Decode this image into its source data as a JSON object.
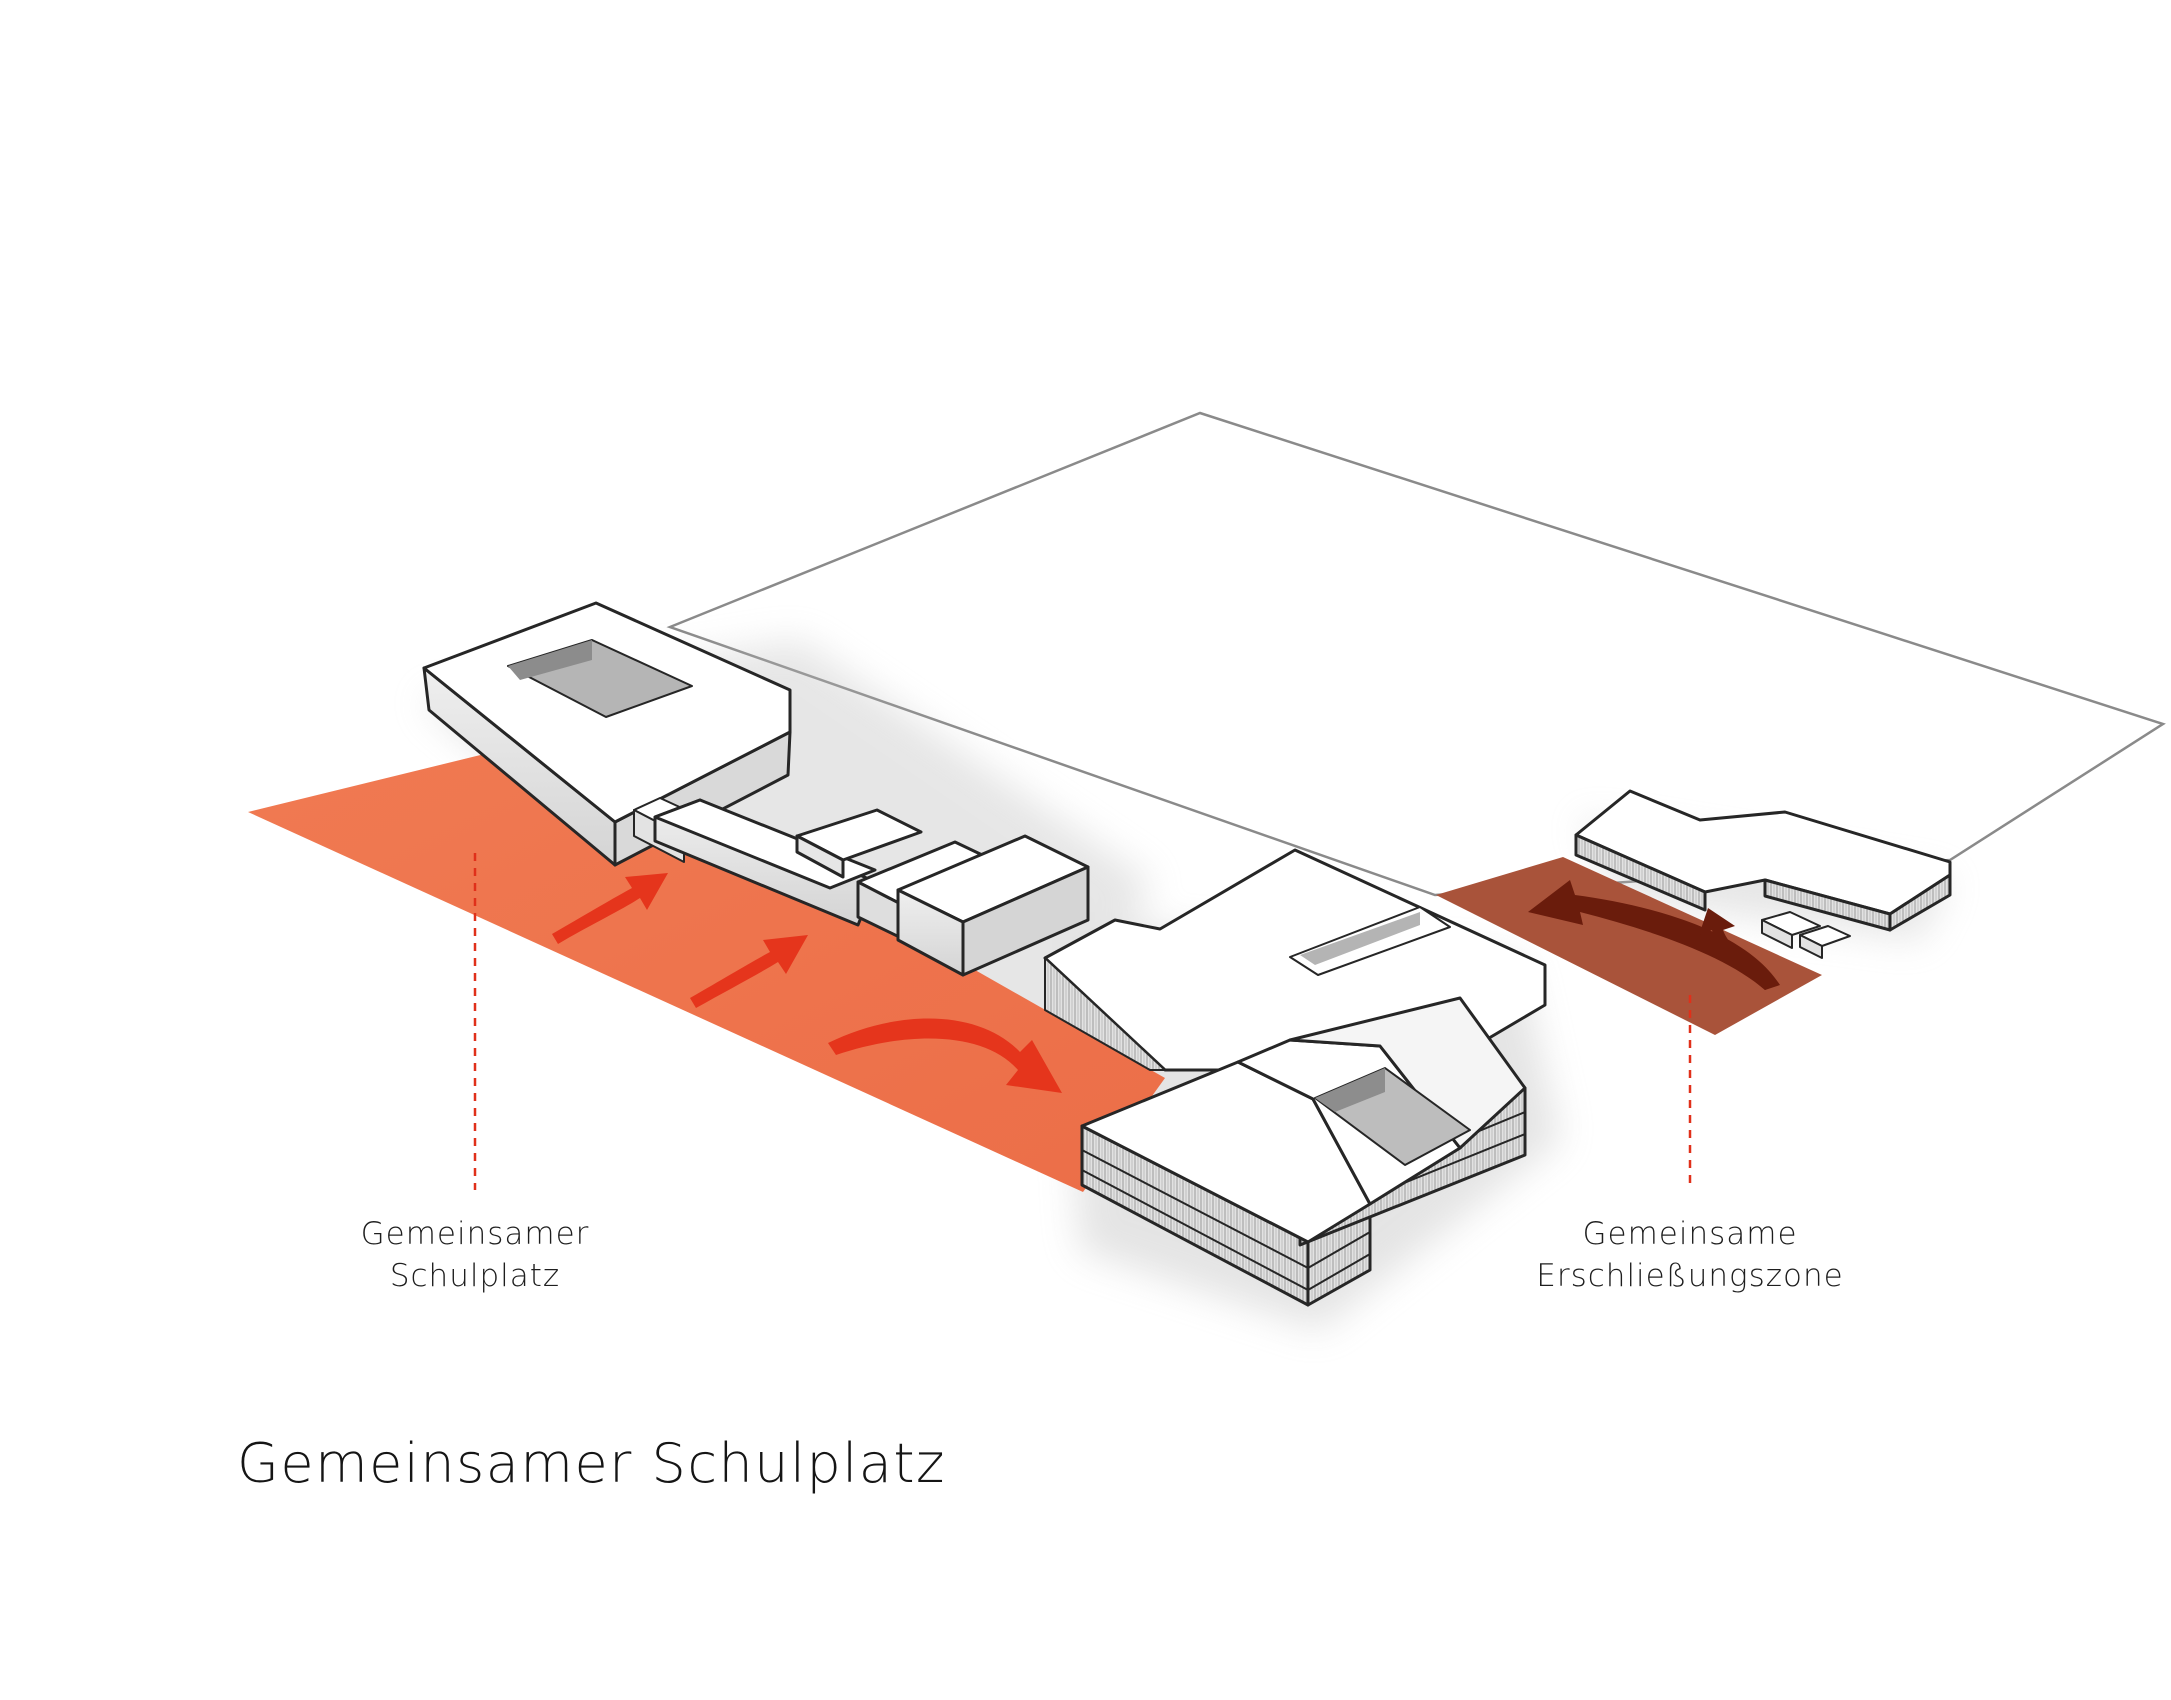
{
  "diagram": {
    "title": "Gemeinsamer Schulplatz",
    "labels": [
      {
        "name": "label-schulplatz",
        "lines": [
          "Gemeinsamer",
          "Schulplatz"
        ]
      },
      {
        "name": "label-erschliessungszone",
        "lines": [
          "Gemeinsame",
          "Erschließungszone"
        ]
      }
    ],
    "colors": {
      "schulplatz_zone": "#ee7350",
      "erschliessung_zone": "#a9533a",
      "arrow_red": "#e5351c",
      "arrow_dark": "#6a1c0c",
      "leader_line": "#e0301a",
      "building_top": "#ffffff",
      "building_side": "#e6e6e6",
      "building_outline": "#262626",
      "site_outline": "#8a8a8a"
    }
  }
}
